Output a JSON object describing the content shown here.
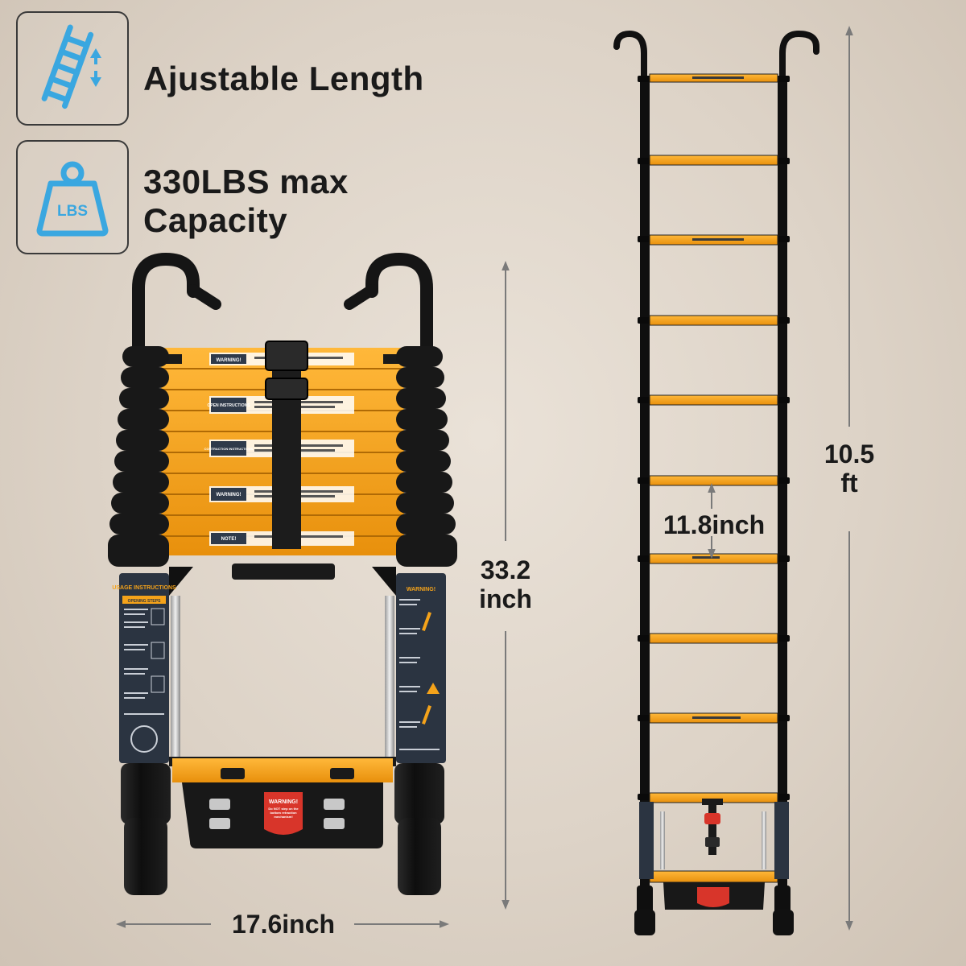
{
  "features": [
    {
      "icon": "ladder-arrows-icon",
      "label": "Ajustable Length"
    },
    {
      "icon": "weight-lbs-icon",
      "label_line1": "330LBS max",
      "label_line2": "Capacity",
      "icon_text": "LBS"
    }
  ],
  "dimensions": {
    "closed_height_value": "33.2",
    "closed_height_unit": "inch",
    "closed_width": "17.6inch",
    "step_spacing": "11.8inch",
    "extended_height_value": "10.5",
    "extended_height_unit": "ft"
  },
  "closed_ladder": {
    "stickers": [
      "WARNING!",
      "OPEN INSTRUCTIONS",
      "CONTRACTION INSTRUCTIONS",
      "WARNING!",
      "NOTE!"
    ],
    "left_panel_title": "USAGE INSTRUCTIONS",
    "left_panel_subtitle": "OPENING STEPS",
    "right_panel_title": "WARNING!",
    "base_badge_title": "WARNING!",
    "base_badge_text": "Do NOT step on the bottom retraction mechanism!"
  },
  "colors": {
    "accent": "#f5a31a",
    "icon_blue": "#3aa7e0",
    "frame_black": "#141414",
    "badge_red": "#d8352a"
  }
}
